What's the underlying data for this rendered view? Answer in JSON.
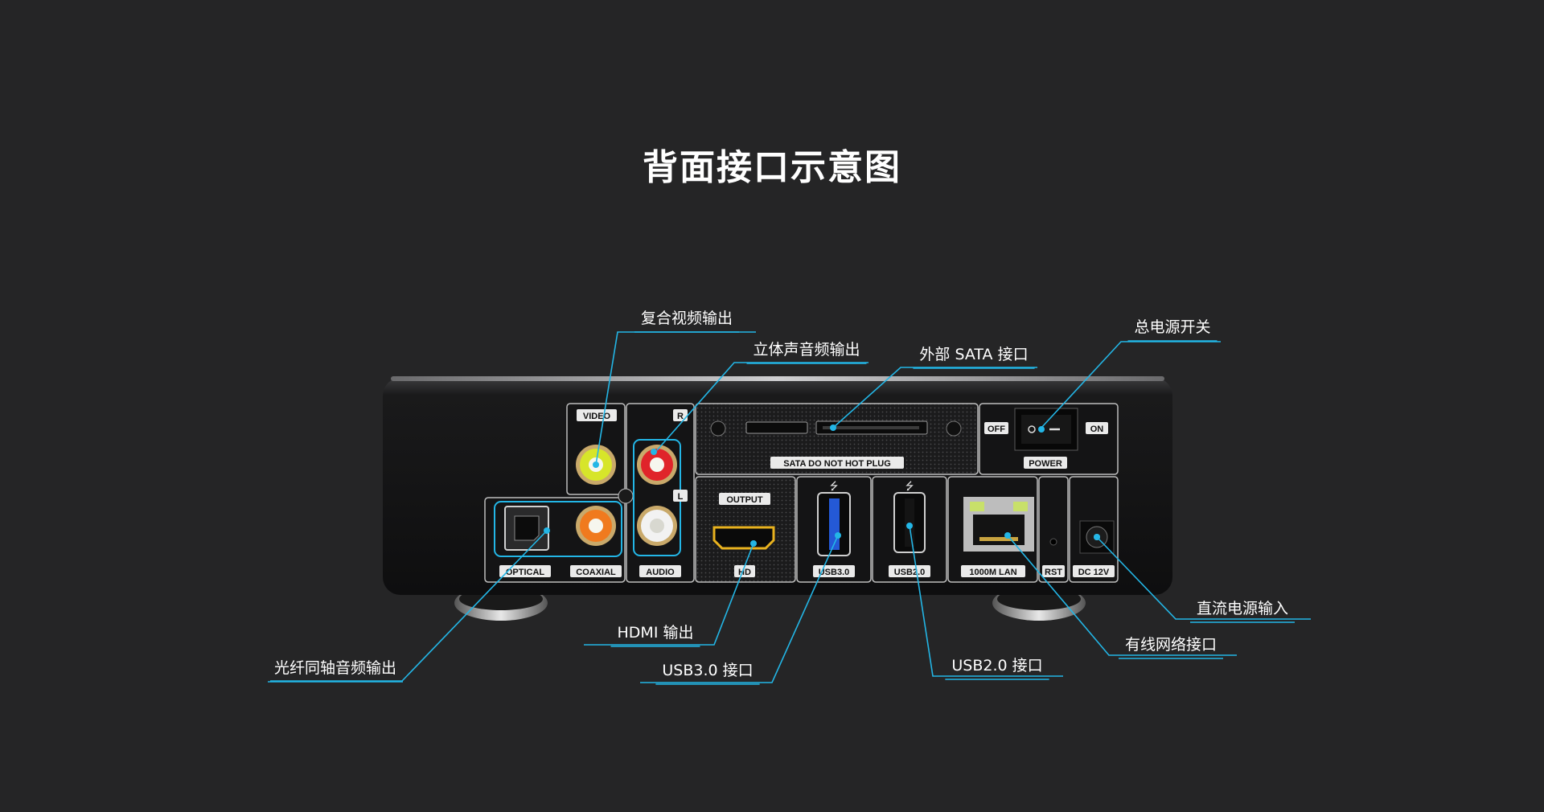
{
  "title": "背面接口示意图",
  "callouts": {
    "composite_video": "复合视频输出",
    "stereo_audio": "立体声音频输出",
    "external_sata": "外部 SATA 接口",
    "main_power_switch": "总电源开关",
    "dc_power_input": "直流电源输入",
    "ethernet_port": "有线网络接口",
    "usb2_port": "USB2.0 接口",
    "usb3_port": "USB3.0 接口",
    "hdmi_output": "HDMI 输出",
    "optical_coaxial": "光纤同轴音频输出"
  },
  "panel_labels": {
    "video": "VIDEO",
    "r": "R",
    "l": "L",
    "audio": "AUDIO",
    "optical": "OPTICAL",
    "coaxial": "COAXIAL",
    "sata_warning": "SATA DO NOT HOT PLUG",
    "off": "OFF",
    "on": "ON",
    "power": "POWER",
    "output": "OUTPUT",
    "hd": "HD",
    "usb30": "USB3.0",
    "usb20": "USB2.0",
    "lan": "1000M LAN",
    "rst": "RST",
    "dc12v": "DC 12V"
  },
  "colors": {
    "background": "#252526",
    "accent": "#23b6e6",
    "video_jack": "#d7e52a",
    "audio_r_jack": "#e0242a",
    "audio_l_jack": "#f2f2f2",
    "coaxial_jack": "#f07a1e",
    "hdmi_port": "#e8b21f",
    "usb3_port": "#2459d6",
    "lan_led": "#c8e06a"
  }
}
